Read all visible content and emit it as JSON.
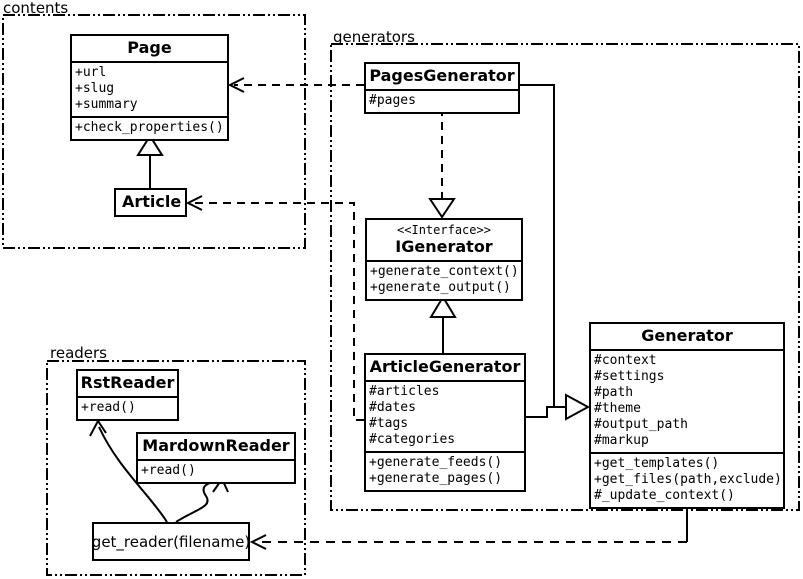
{
  "colors": {
    "line": "#000000",
    "background": "#ffffff",
    "box_fill": "#ffffff"
  },
  "packages": {
    "contents": {
      "label": "contents"
    },
    "generators": {
      "label": "generators"
    },
    "readers": {
      "label": "readers"
    }
  },
  "classes": {
    "page": {
      "name": "Page",
      "attributes": [
        "+url",
        "+slug",
        "+summary"
      ],
      "methods": [
        "+check_properties()"
      ]
    },
    "article": {
      "name": "Article"
    },
    "pages_generator": {
      "name": "PagesGenerator",
      "attributes": [
        "#pages"
      ]
    },
    "igenerator": {
      "stereotype": "<<Interface>>",
      "name": "IGenerator",
      "methods": [
        "+generate_context()",
        "+generate_output()"
      ]
    },
    "article_generator": {
      "name": "ArticleGenerator",
      "attributes": [
        "#articles",
        "#dates",
        "#tags",
        "#categories"
      ],
      "methods": [
        "+generate_feeds()",
        "+generate_pages()"
      ]
    },
    "generator": {
      "name": "Generator",
      "attributes": [
        "#context",
        "#settings",
        "#path",
        "#theme",
        "#output_path",
        "#markup"
      ],
      "methods": [
        "+get_templates()",
        "+get_files(path,exclude)",
        "#_update_context()"
      ]
    },
    "rst_reader": {
      "name": "RstReader",
      "methods": [
        "+read()"
      ]
    },
    "mardown_reader": {
      "name": "MardownReader",
      "methods": [
        "+read()"
      ]
    },
    "get_reader": {
      "label": "get_reader(filename)"
    }
  },
  "relationships": [
    {
      "from": "Article",
      "to": "Page",
      "type": "generalization"
    },
    {
      "from": "PagesGenerator",
      "to": "Page",
      "type": "dependency"
    },
    {
      "from": "ArticleGenerator",
      "to": "Article",
      "type": "dependency"
    },
    {
      "from": "PagesGenerator",
      "to": "IGenerator",
      "type": "realization"
    },
    {
      "from": "ArticleGenerator",
      "to": "IGenerator",
      "type": "generalization"
    },
    {
      "from": "PagesGenerator",
      "to": "Generator",
      "type": "generalization"
    },
    {
      "from": "ArticleGenerator",
      "to": "Generator",
      "type": "generalization"
    },
    {
      "from": "Generator",
      "to": "get_reader(filename)",
      "type": "dependency"
    },
    {
      "from": "get_reader(filename)",
      "to": "RstReader",
      "type": "dependency"
    },
    {
      "from": "get_reader(filename)",
      "to": "MardownReader",
      "type": "dependency"
    }
  ]
}
